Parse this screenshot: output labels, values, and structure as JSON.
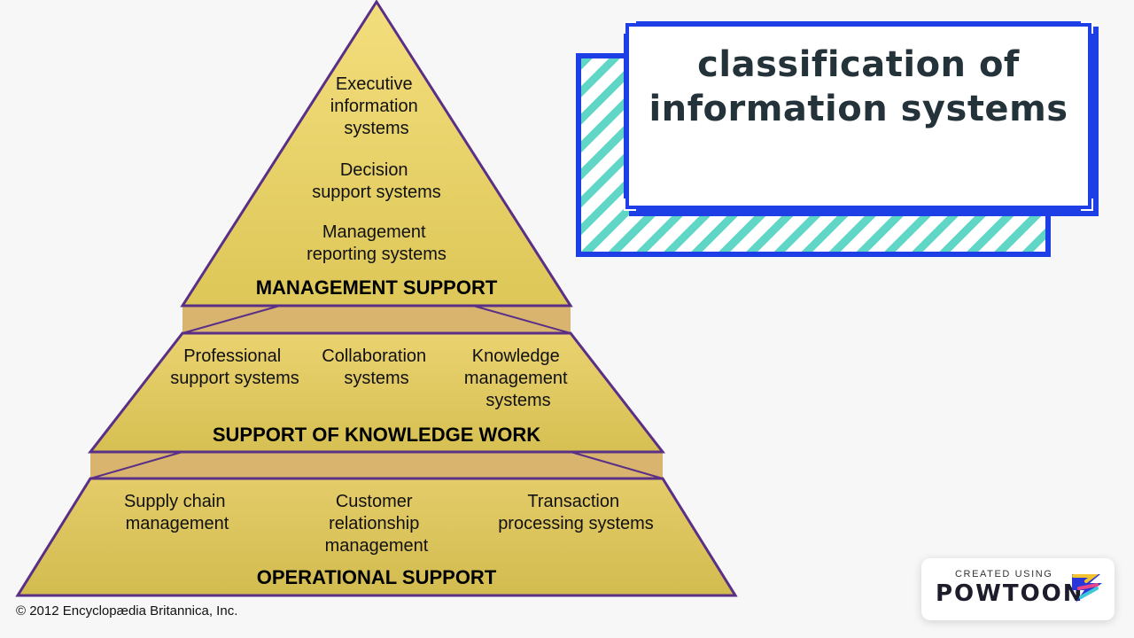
{
  "pyramid": {
    "top": {
      "items": [
        [
          "Executive",
          "information",
          "systems"
        ],
        [
          "Decision",
          "support systems"
        ],
        [
          "Management",
          "reporting systems"
        ]
      ],
      "title": "MANAGEMENT SUPPORT"
    },
    "middle": {
      "items": [
        [
          "Professional",
          "support systems"
        ],
        [
          "Collaboration",
          "systems"
        ],
        [
          "Knowledge",
          "management",
          "systems"
        ]
      ],
      "title": "SUPPORT OF KNOWLEDGE WORK"
    },
    "bottom": {
      "items": [
        [
          "Supply chain",
          "management"
        ],
        [
          "Customer",
          "relationship",
          "management"
        ],
        [
          "Transaction",
          "processing systems"
        ]
      ],
      "title": "OPERATIONAL SUPPORT"
    },
    "copyright": "© 2012 Encyclopædia Britannica, Inc."
  },
  "title_card": {
    "line1": "classification of",
    "line2": "information systems"
  },
  "badge": {
    "small": "CREATED USING",
    "big": "POWTOON"
  },
  "colors": {
    "pyramid_fill_top": "#f2dc7a",
    "pyramid_fill_bottom": "#d8c356",
    "pyramid_outline": "#5a2f86",
    "ledge": "#d6b06e",
    "card_blue": "#1f3fe6",
    "stripe_teal": "#5fd6c6"
  }
}
